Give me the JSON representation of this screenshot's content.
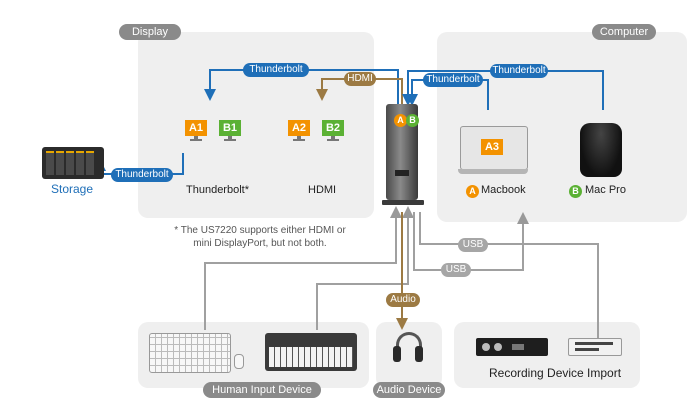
{
  "groups": {
    "display": "Display",
    "computer": "Computer",
    "hid": "Human Input Device",
    "audio": "Audio Device",
    "recording": "Recording Device Import"
  },
  "links": {
    "thunderbolt": "Thunderbolt",
    "hdmi": "HDMI",
    "usb": "USB",
    "audio": "Audio"
  },
  "monitors": {
    "a1": "A1",
    "b1": "B1",
    "a2": "A2",
    "b2": "B2",
    "a3": "A3"
  },
  "labels": {
    "thunderbolt_display": "Thunderbolt*",
    "hdmi_display": "HDMI",
    "storage": "Storage",
    "macbook": "Macbook",
    "macpro": "Mac Pro",
    "badge_a": "A",
    "badge_b": "B"
  },
  "note": {
    "line1": "* The US7220 supports either HDMI or",
    "line2": "mini DisplayPort, but not both."
  },
  "colors": {
    "orange": "#f39200",
    "green": "#5bb134",
    "blue": "#1f6fb8",
    "gold": "#9c7a43",
    "grey": "#8a8a8a"
  }
}
